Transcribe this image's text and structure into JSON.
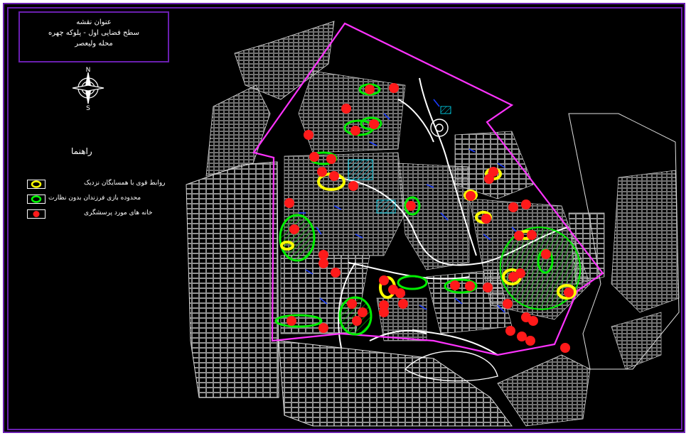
{
  "title_block": {
    "line1": "عنوان نقشه",
    "line2": "سطح فضایی اول - پلوکه چهره",
    "line3": "محله ولیعصر"
  },
  "north_arrow": {
    "north_letter": "N",
    "south_letter": "S",
    "icon": "compass-rose-icon"
  },
  "legend": {
    "title": "راهنما",
    "items": [
      {
        "label": "روابط قوی با همسایگان نزدیک",
        "color": "#ffff00",
        "icon": "yellow-ring-icon"
      },
      {
        "label": "محدوده بازی فرزندان بدون نظارت",
        "color": "#00ff00",
        "icon": "green-ring-icon"
      },
      {
        "label": "خانه های مورد پرسشگری",
        "color": "#ff0000",
        "icon": "red-dot-icon"
      }
    ]
  },
  "colors": {
    "background": "#000000",
    "frame": "#6a1fb0",
    "boundary": "#ff33ff",
    "streets": "#ffffff",
    "water": "#0000ff",
    "cyan": "#00e5ff"
  }
}
